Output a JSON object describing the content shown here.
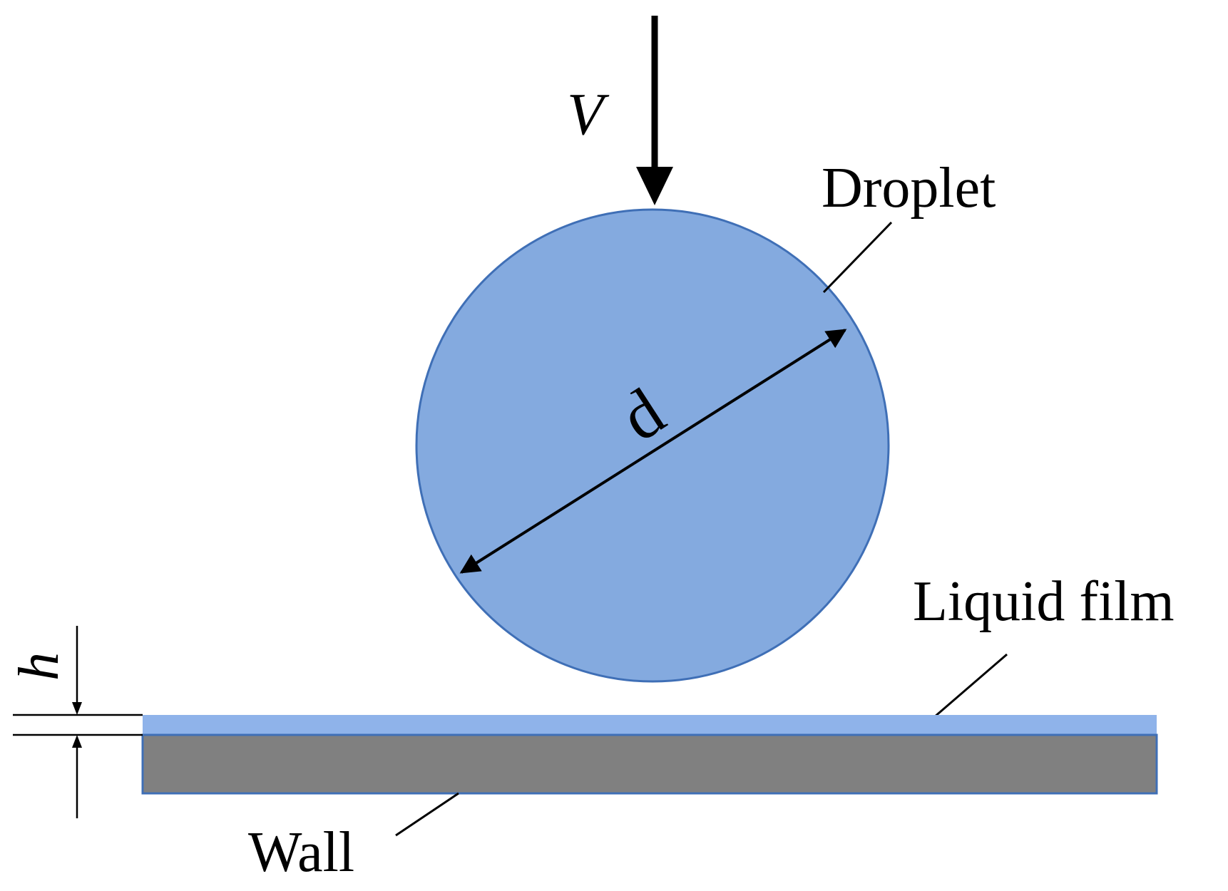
{
  "labels": {
    "velocity": "V",
    "droplet": "Droplet",
    "diameter": "d",
    "liquid_film": "Liquid film",
    "film_thickness": "h",
    "wall": "Wall"
  },
  "colors": {
    "background": "#ffffff",
    "droplet_fill": "#84aadf",
    "droplet_stroke": "#3f6fb6",
    "film_fill": "#8fb3ea",
    "wall_fill": "#808080",
    "wall_stroke": "#3f6fb6",
    "line": "#000000"
  },
  "icons": {
    "velocity_arrow": "arrow-down-icon",
    "diameter_arrow": "double-arrow-icon"
  }
}
